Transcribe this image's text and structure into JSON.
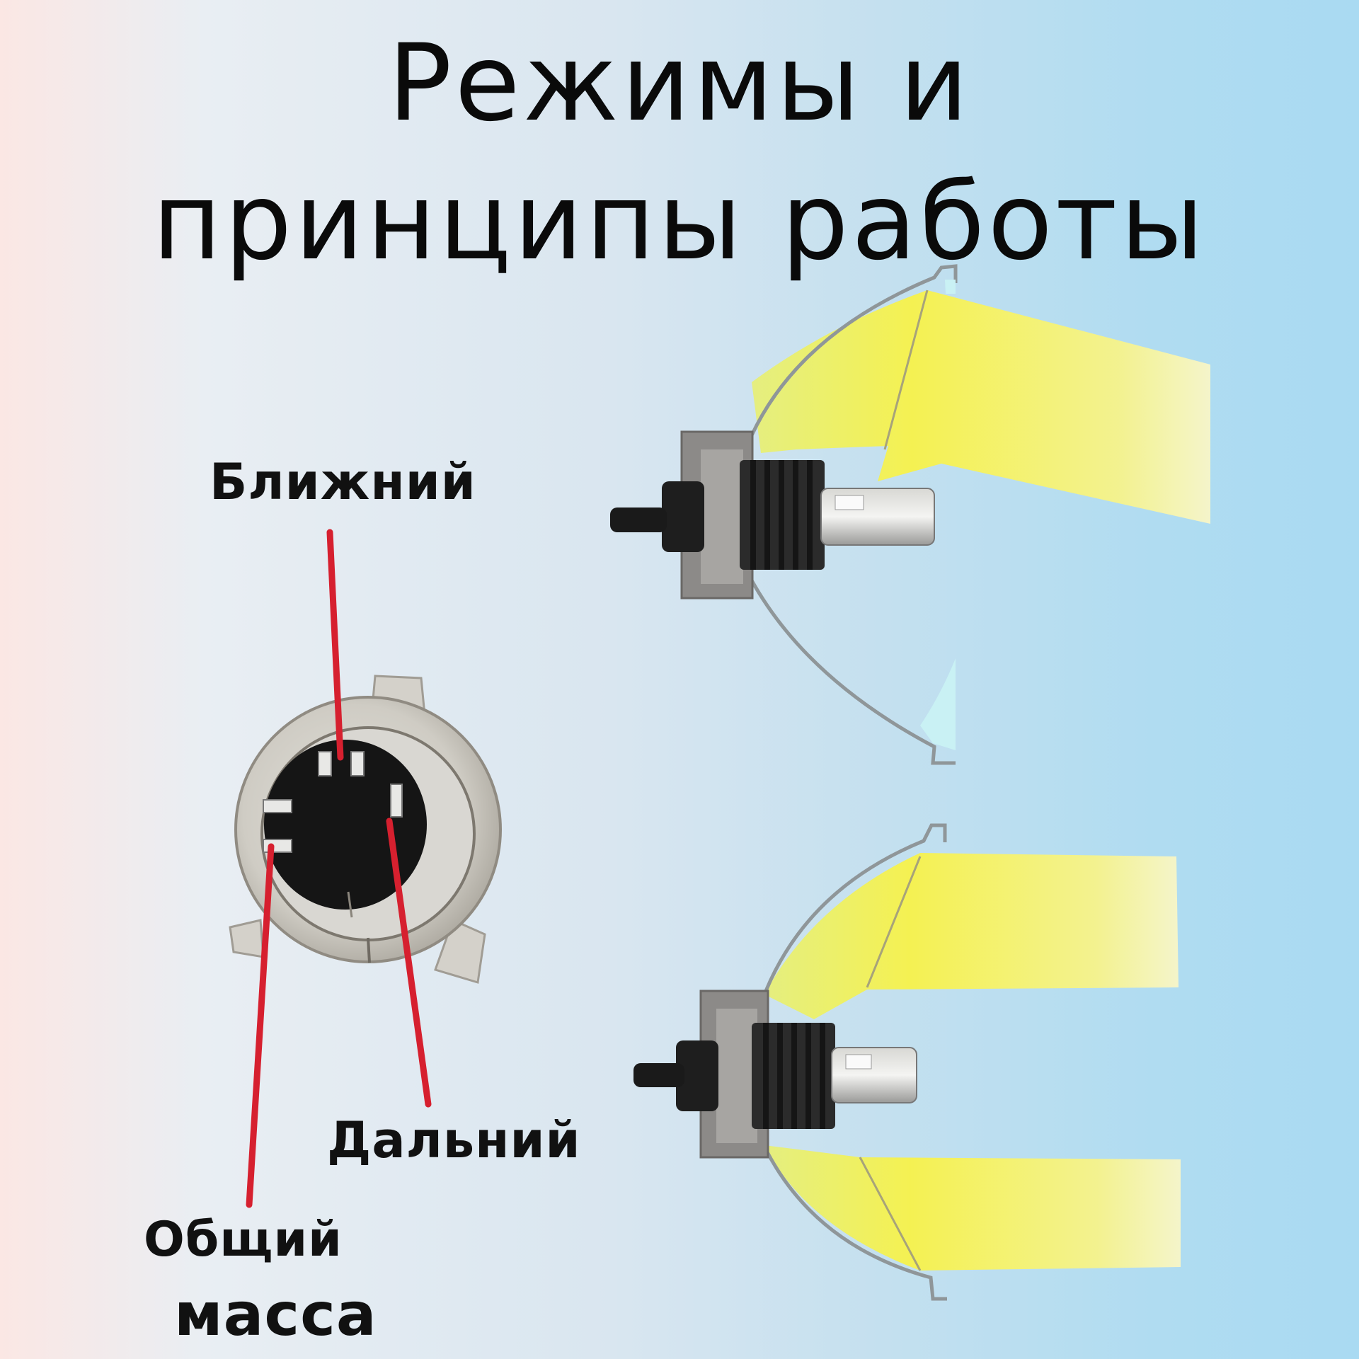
{
  "title": {
    "line1": "Режимы и",
    "line2": "принципы работы"
  },
  "labels": {
    "low_beam": "Ближний",
    "high_beam": "Дальний",
    "common": "Общий",
    "ground": "масса"
  },
  "colors": {
    "wire": "#d6202f",
    "beam": "#f5f03a",
    "reflector": "#8f9699",
    "connector": "#c8c8c4"
  }
}
